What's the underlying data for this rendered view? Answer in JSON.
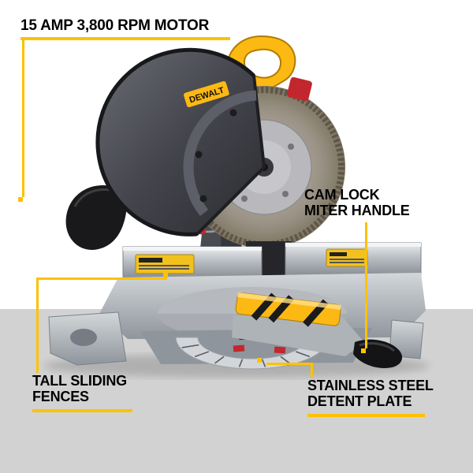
{
  "colors": {
    "accent_yellow": "#fcc200",
    "dewalt_yellow": "#fdb913",
    "floor_gray": "#d2d2d2",
    "text_black": "#000000"
  },
  "brand": "DEWALT",
  "callouts": {
    "motor": {
      "text": "15 AMP 3,800 RPM MOTOR"
    },
    "cam_lock": {
      "line1": "CAM LOCK",
      "line2": "MITER HANDLE"
    },
    "fences": {
      "line1": "TALL SLIDING",
      "line2": "FENCES"
    },
    "detent": {
      "line1": "STAINLESS STEEL",
      "line2": "DETENT PLATE"
    }
  }
}
